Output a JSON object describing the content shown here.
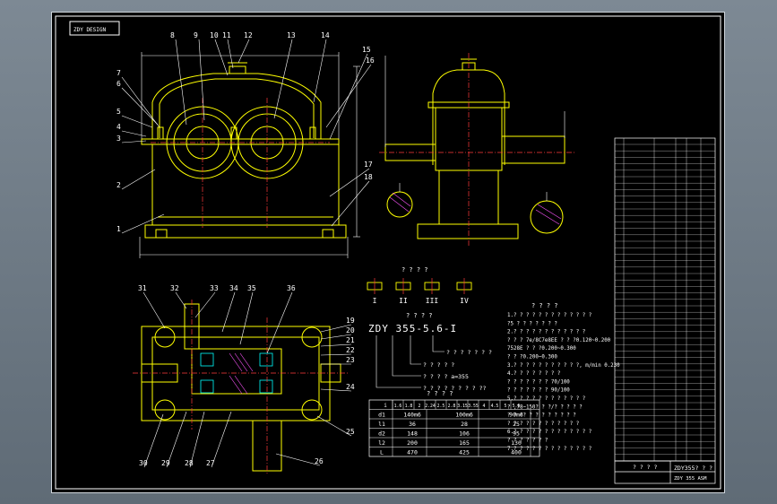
{
  "drawing": {
    "title_tag": "ZDY DESIGN",
    "colors": {
      "background": "#000000",
      "frame": "#ffffff",
      "part": "#ffff00",
      "centerline": "#ff3b3b",
      "dimension": "#ff55ff",
      "label": "#ffffff",
      "hatch": "#00ffff",
      "table": "#ffffff"
    },
    "front_view": {
      "part_numbers": [
        "1",
        "2",
        "3",
        "4",
        "5",
        "6",
        "7",
        "8",
        "9",
        "10",
        "11",
        "12",
        "13",
        "14",
        "15",
        "16",
        "17",
        "18"
      ]
    },
    "plan_view": {
      "part_numbers": [
        "19",
        "20",
        "21",
        "22",
        "23",
        "24",
        "25",
        "26",
        "27",
        "28",
        "29",
        "30",
        "31",
        "32",
        "33",
        "34",
        "35",
        "36"
      ]
    },
    "assembly_options": {
      "header": "? ? ? ?",
      "labels": [
        "I",
        "II",
        "III",
        "IV"
      ]
    },
    "model_code": {
      "header": "? ? ? ?",
      "code": "ZDY 355-5.6-I",
      "lines": [
        "? ? ? ? ? ? ?",
        "? ? ? ? ?",
        "? ? ? ?  a=355",
        "? ? ? ? ? ? ? ?  ??"
      ]
    },
    "spec_table": {
      "header": "? ? ? ?",
      "columns": [
        "i",
        "1.6",
        "1.8",
        "2",
        "2.24",
        "2.5",
        "2.8",
        "3.15",
        "3.55",
        "4",
        "4.5",
        "5",
        "5.6"
      ],
      "rows": [
        {
          "sym": "d1",
          "vals": [
            "140m6",
            "",
            "",
            "",
            "",
            "",
            "",
            "100m6",
            "",
            "",
            "",
            "90m6"
          ]
        },
        {
          "sym": "l1",
          "vals": [
            "36",
            "",
            "",
            "",
            "",
            "",
            "",
            "28",
            "",
            "",
            "",
            "25"
          ]
        },
        {
          "sym": "d2",
          "vals": [
            "148",
            "",
            "",
            "",
            "",
            "",
            "",
            "106",
            "",
            "",
            "",
            "95"
          ]
        },
        {
          "sym": "l2",
          "vals": [
            "200",
            "",
            "",
            "",
            "",
            "",
            "",
            "165",
            "",
            "",
            "",
            "130"
          ]
        },
        {
          "sym": "L",
          "vals": [
            "470",
            "",
            "",
            "",
            "",
            "",
            "",
            "425",
            "",
            "",
            "",
            "400"
          ]
        }
      ]
    },
    "tech_notes": {
      "title": "? ? ? ?",
      "items": [
        "1.? ? ? ? ? ? ? ? ? ? ? ? ?",
        "  ?5 ? ? ? ? ? ? ?",
        "2.? ? ? ? ? ? ? ? ? ? ? ?",
        "  ? ? ?  7e/8C7e8EE ? ? ?0.120~0.200",
        "  7528E ? ? ?0.200~0.300",
        "  ? ? ?0.200~0.300",
        "3.? ? ? ? ? ? ? ? ? ? ?, m/min 0.230",
        "4.? ? ? ? ? ? ? ?",
        "  ? ? ? ? ? ? ?   70/100",
        "  ? ? ? ? ? ? ?   90/100",
        "5.? ? ? ? ? ? ? ? ? ? ? ?",
        "  ? ,78~150? ? ?/? ? ? ? ?",
        "  ? ? ?? ? ? ? ? ? ? ? ?",
        "  ? ? ? ? ? ? ? ? ? ? ? ?",
        "6.? ? ? ? ? ? ? ? ? ? ? ? ?",
        "  ? ? ? ? ? ? ?",
        "7.? ? ? ? ? ? ? ? ? ? ? ? ?"
      ]
    },
    "title_block": {
      "cell_a": "? ? ? ?",
      "cell_b": "ZDY355? ? ?",
      "cell_c": "ZDY 355 ASM"
    }
  }
}
